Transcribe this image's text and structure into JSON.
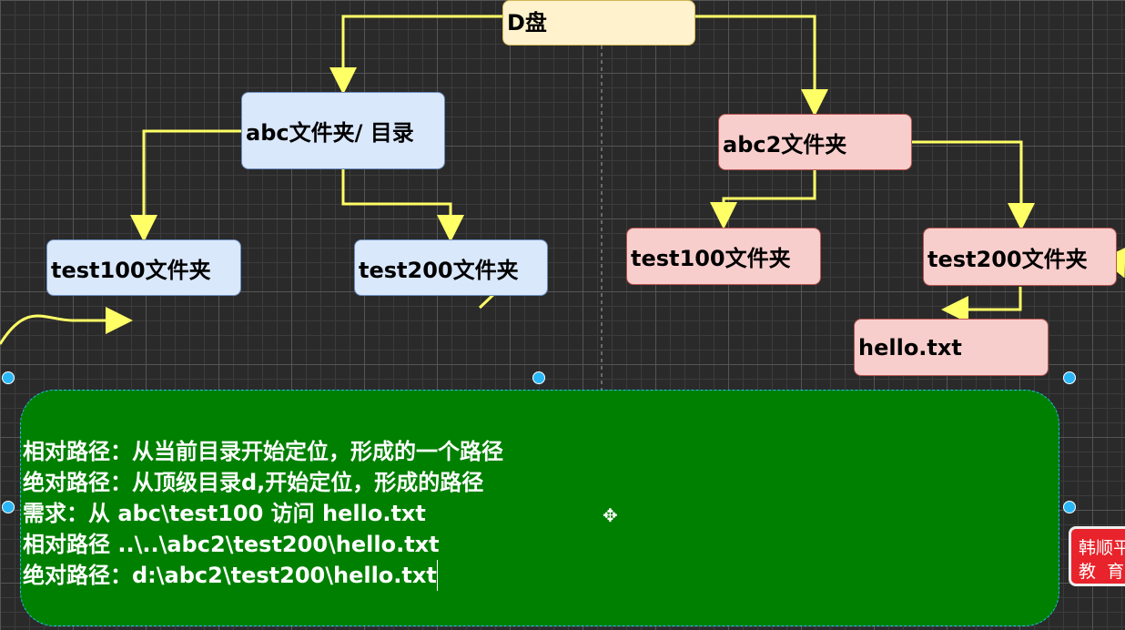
{
  "nodes": {
    "root": "D盘",
    "abc": "abc文件夹/ 目录",
    "abc_test100": "test100文件夹",
    "abc_test200": "test200文件夹",
    "abc2": "abc2文件夹",
    "abc2_test100": "test100文件夹",
    "abc2_test200": "test200文件夹",
    "hello": "hello.txt"
  },
  "note": {
    "lines": [
      "相对路径：从当前目录开始定位，形成的一个路径",
      "绝对路径：从顶级目录d,开始定位，形成的路径",
      "需求：从 abc\\test100 访问 hello.txt",
      "相对路径  ..\\..\\abc2\\test200\\hello.txt",
      "绝对路径：d:\\abc2\\test200\\hello.txt"
    ]
  },
  "logo": {
    "line1": "韩顺平",
    "line2": "教  育"
  },
  "colors": {
    "arrow": "#ffff66",
    "note_bg": "#008000",
    "selection": "#29b6f6"
  }
}
